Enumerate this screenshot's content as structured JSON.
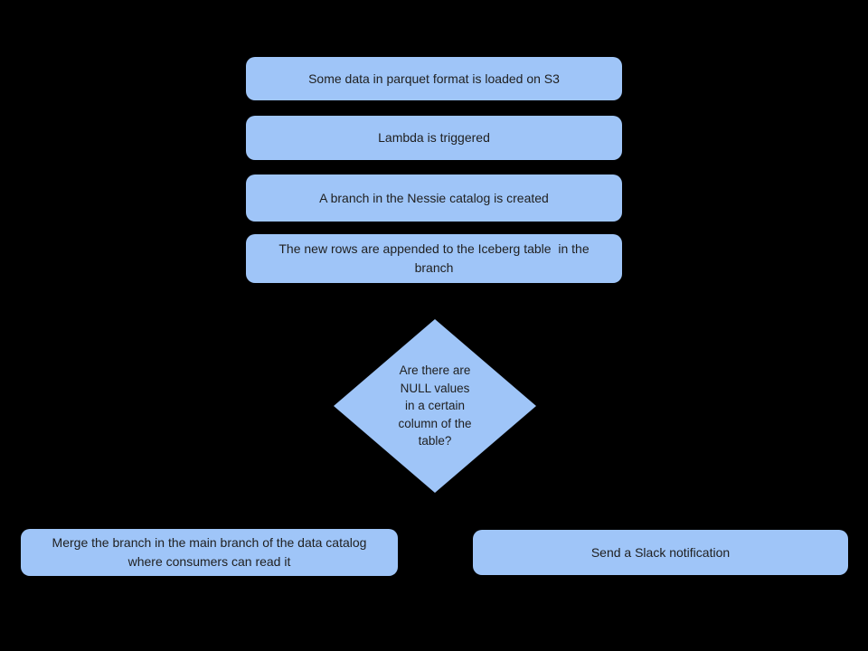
{
  "style": {
    "shape_fill": "#9fc5f8",
    "text_color": "#1f1f1f",
    "canvas_bg": "#000000"
  },
  "flowchart": {
    "steps": [
      {
        "label": "Some data in parquet format is loaded on S3"
      },
      {
        "label": "Lambda is triggered"
      },
      {
        "label": "A branch in the Nessie catalog is created"
      },
      {
        "label": "The new rows are appended to the Iceberg table  in the\nbranch"
      }
    ],
    "decision": {
      "label": "Are there are\nNULL values\nin a certain\ncolumn of the\ntable?"
    },
    "outcomes": [
      {
        "label": "Merge the branch in the main branch of the data catalog\nwhere consumers can read it"
      },
      {
        "label": "Send a Slack notification"
      }
    ]
  }
}
